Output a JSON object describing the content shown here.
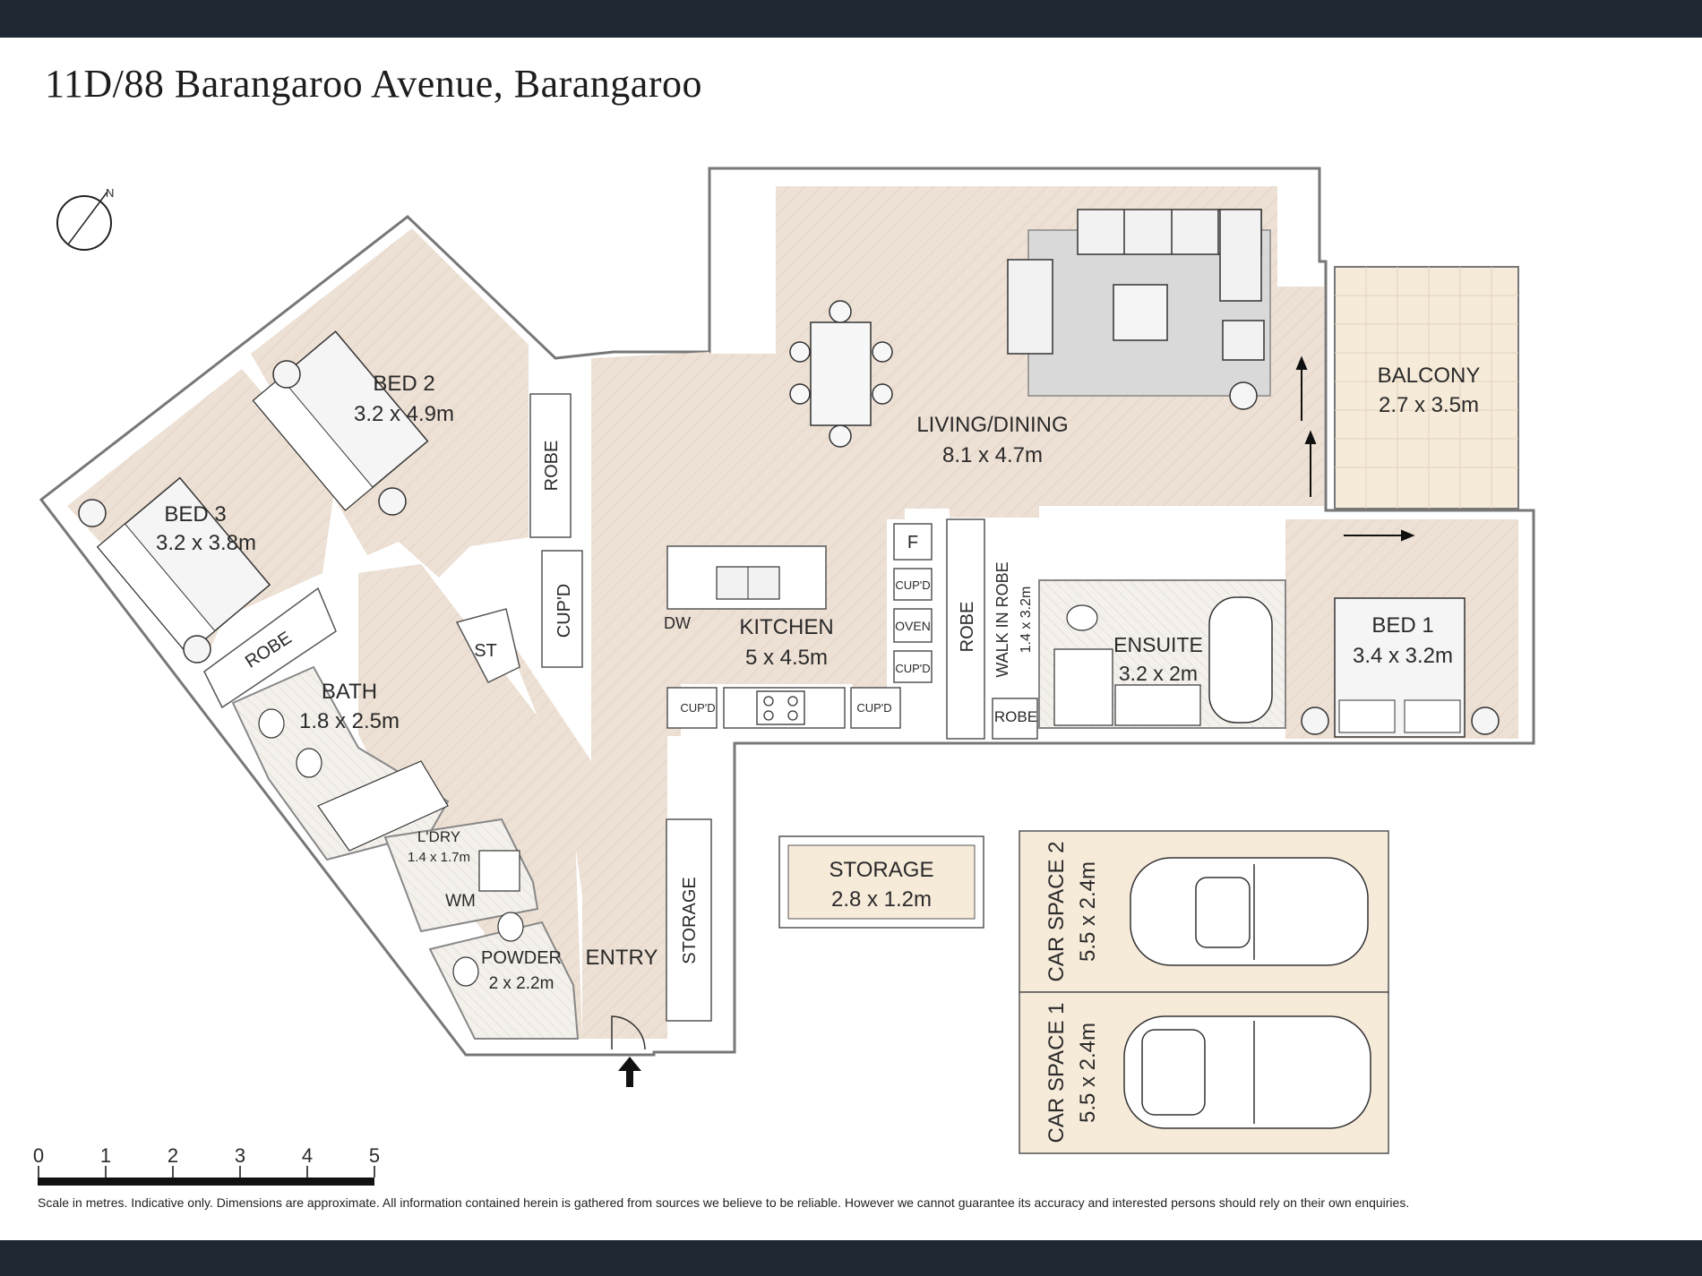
{
  "header": {
    "title": "11D/88 Barangaroo Avenue, Barangaroo"
  },
  "compass": {
    "label": "N"
  },
  "rooms": {
    "bed2": {
      "name": "BED 2",
      "size": "3.2 x 4.9m"
    },
    "bed3": {
      "name": "BED 3",
      "size": "3.2 x 3.8m"
    },
    "living": {
      "name": "LIVING/DINING",
      "size": "8.1 x 4.7m"
    },
    "balcony": {
      "name": "BALCONY",
      "size": "2.7 x 3.5m"
    },
    "kitchen": {
      "name": "KITCHEN",
      "size": "5 x 4.5m"
    },
    "bath": {
      "name": "BATH",
      "size": "1.8 x 2.5m"
    },
    "ensuite": {
      "name": "ENSUITE",
      "size": "3.2 x 2m"
    },
    "bed1": {
      "name": "BED 1",
      "size": "3.4 x 3.2m"
    },
    "laundry": {
      "name": "L'DRY",
      "size": "1.4 x 1.7m"
    },
    "powder": {
      "name": "POWDER",
      "size": "2 x 2.2m"
    },
    "entry": {
      "name": "ENTRY"
    },
    "storage_hall": {
      "name": "STORAGE"
    },
    "storage": {
      "name": "STORAGE",
      "size": "2.8 x 1.2m"
    },
    "walk_in_robe": {
      "name": "WALK IN ROBE",
      "size": "1.4 x 3.2m"
    },
    "car2": {
      "name": "CAR SPACE 2",
      "size": "5.5 x 2.4m"
    },
    "car1": {
      "name": "CAR SPACE 1",
      "size": "5.5 x 2.4m"
    }
  },
  "fixtures": {
    "robe": "ROBE",
    "cupd": "CUP'D",
    "cupd_upper": "CUP'D",
    "st": "ST",
    "dw": "DW",
    "oven": "OVEN",
    "fridge": "F",
    "wm": "WM"
  },
  "scale": {
    "ticks": [
      "0",
      "1",
      "2",
      "3",
      "4",
      "5"
    ]
  },
  "footer": {
    "disclaimer": "Scale in metres. Indicative only. Dimensions are approximate. All information contained herein is gathered from sources we believe to be reliable. However we cannot guarantee its accuracy and interested persons should rely on their own enquiries."
  },
  "colors": {
    "floor": "#ede0d4",
    "balcony": "#f6ead9",
    "wall": "#ffffff",
    "rug": "#d9d9d9",
    "bar": "#1f2733",
    "outline": "#666666"
  }
}
